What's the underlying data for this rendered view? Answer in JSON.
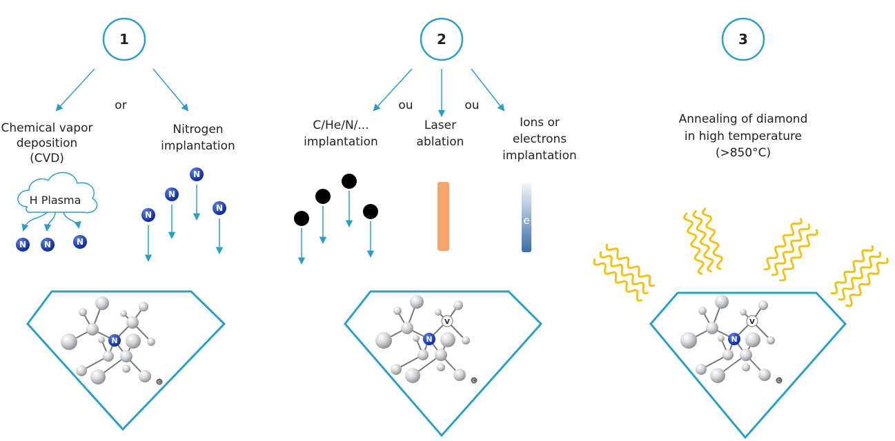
{
  "colors": {
    "accent": "#2a9fc6",
    "nitrogen": "#1f3fa8",
    "laser": "#f4a46a",
    "heat": "#f2c21a",
    "electron": "#3b6ea5"
  },
  "steps": [
    {
      "number": "1",
      "connector": "or",
      "options": [
        {
          "lines": [
            "Chemical vapor",
            "deposition",
            "(CVD)"
          ]
        },
        {
          "lines": [
            "Nitrogen",
            "implantation"
          ]
        }
      ],
      "plasma_label": "H Plasma",
      "atom_label": "N"
    },
    {
      "number": "2",
      "connectors": [
        "ou",
        "ou"
      ],
      "options": [
        {
          "lines": [
            "C/He/N/...",
            "implantation"
          ]
        },
        {
          "lines": [
            "Laser",
            "ablation"
          ]
        },
        {
          "lines": [
            "Ions or",
            "electrons",
            "implantation"
          ]
        }
      ],
      "electron_label": "e",
      "vacancy_label": "V"
    },
    {
      "number": "3",
      "options": [
        {
          "lines": [
            "Annealing of diamond",
            "in high temperature",
            "(>850°C)"
          ]
        }
      ]
    }
  ],
  "copyright": "©"
}
